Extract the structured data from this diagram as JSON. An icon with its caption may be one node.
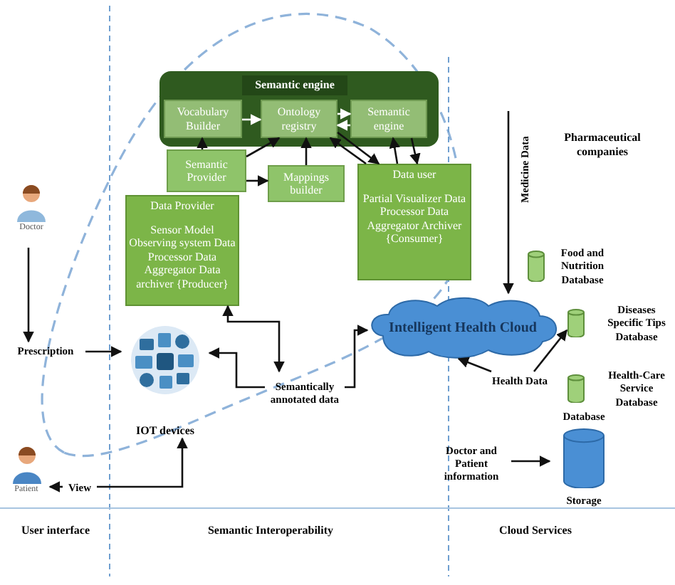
{
  "diagram": {
    "nodes": [
      {
        "text": [
          "Semantic engine"
        ]
      },
      {
        "text": [
          "Vocabulary Builder"
        ],
        "in": 0
      },
      {
        "text": [
          "Ontology registry"
        ],
        "in": 0
      },
      {
        "text": [
          "Semantic engine"
        ],
        "in": 0
      },
      {
        "text": [
          "Semantic Provider"
        ]
      },
      {
        "text": [
          "Mappings builder"
        ]
      },
      {
        "text": [
          "Data Provider",
          "Sensor Model Observing system Data Processor Data Aggregator Data archiver {Producer}"
        ]
      },
      {
        "text": [
          "Data user",
          "Partial Visualizer Data Processor Data Aggregator Archiver {Consumer}"
        ]
      },
      {
        "text": [
          "Doctor"
        ]
      },
      {
        "text": [
          "Prescription"
        ]
      },
      {
        "text": [
          "IOT devices"
        ]
      },
      {
        "text": [
          "Patient"
        ]
      },
      {
        "text": [
          "View"
        ]
      },
      {
        "text": [
          "Semantically annotated data"
        ]
      },
      {
        "text": [
          "Intelligent Health Cloud"
        ]
      },
      {
        "text": [
          "Food and Nutrition Database"
        ]
      },
      {
        "text": [
          "Diseases Specific Tips Database"
        ]
      },
      {
        "text": [
          "Health-Care Service Database"
        ]
      },
      {
        "text": [
          "Database",
          "Storage"
        ]
      },
      {
        "text": [
          "Health Data"
        ]
      },
      {
        "text": [
          "Doctor and Patient information"
        ]
      }
    ],
    "edges": [
      {
        "from": 1,
        "to": 2,
        "arrow": "to",
        "color": "#ffffff"
      },
      {
        "from": 2,
        "to": 3,
        "arrow": "to",
        "color": "#ffffff"
      },
      {
        "from": 3,
        "to": 2,
        "arrow": "to",
        "color": "#ffffff"
      },
      {
        "from": 4,
        "to": 1,
        "arrow": "to"
      },
      {
        "from": 4,
        "to": 2,
        "arrow": "to"
      },
      {
        "from": 4,
        "to": 5,
        "arrow": "to"
      },
      {
        "from": 5,
        "to": 2,
        "arrow": "to"
      },
      {
        "from": 7,
        "to": 2,
        "arrow": "to"
      },
      {
        "from": 2,
        "to": 7,
        "arrow": "to"
      },
      {
        "from": 7,
        "to": 3,
        "arrow": "to"
      },
      {
        "from": 3,
        "to": 7,
        "arrow": "to"
      },
      {
        "from": 8,
        "to": 9,
        "arrow": "to"
      },
      {
        "from": 9,
        "to": 10,
        "arrow": "to"
      },
      {
        "from": 12,
        "to": 11,
        "arrow": "to"
      },
      {
        "from": 12,
        "to": 10,
        "arrow": "to"
      },
      {
        "from": 13,
        "to": 6,
        "arrow": "both"
      },
      {
        "from": 13,
        "to": 10,
        "arrow": "to"
      },
      {
        "from": 13,
        "to": 14,
        "arrow": "to"
      },
      {
        "from": null,
        "to": 14,
        "arrow": "to",
        "label": "Medicine Data"
      },
      {
        "from": 19,
        "to": 14,
        "arrow": "to"
      },
      {
        "from": 19,
        "to": 16,
        "arrow": "to"
      },
      {
        "from": 20,
        "to": 18,
        "arrow": "to"
      }
    ],
    "labels": [
      "Pharmaceutical companies",
      "User interface",
      "Semantic Interoperability",
      "Cloud Services"
    ]
  }
}
